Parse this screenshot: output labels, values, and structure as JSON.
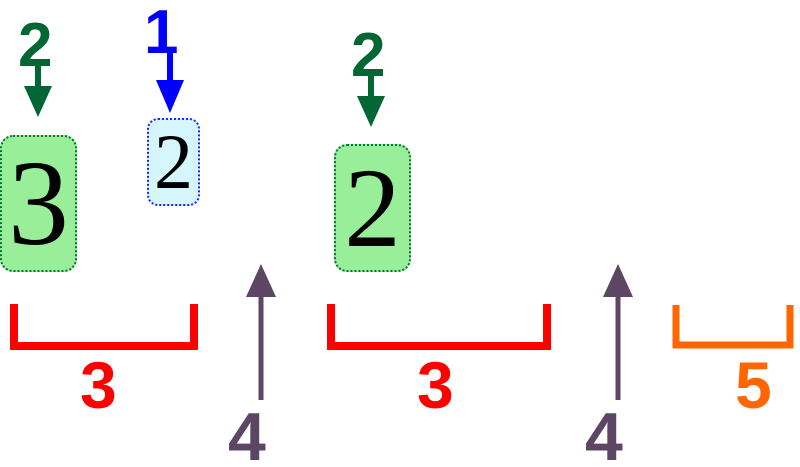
{
  "diagram": {
    "title": "sequence-annotation-diagram",
    "background_color": "#ffffff",
    "colors": {
      "green_box_fill": "#99ee99",
      "green_box_border": "#007733",
      "blue_box_fill": "#d5f6fd",
      "blue_box_border": "#2222ff",
      "step_green": "#006633",
      "step_blue": "#0000ff",
      "span_red": "#ff0000",
      "span_orange": "#ff6600",
      "arrow_purple": "#5d4663",
      "token_text": "#000000"
    }
  },
  "tokens": [
    {
      "value": "3",
      "style": "green"
    },
    {
      "value": "2",
      "style": "blue"
    },
    {
      "value": "2",
      "style": "green"
    }
  ],
  "step_labels": [
    {
      "value": "2",
      "color_key": "step_green",
      "arrow": "down"
    },
    {
      "value": "1",
      "color_key": "step_blue",
      "arrow": "down"
    },
    {
      "value": "2",
      "color_key": "step_green",
      "arrow": "down"
    }
  ],
  "span_labels": [
    {
      "value": "3",
      "color_key": "span_red",
      "bracket": "red"
    },
    {
      "value": "3",
      "color_key": "span_red",
      "bracket": "red"
    },
    {
      "value": "5",
      "color_key": "span_orange",
      "bracket": "orange"
    }
  ],
  "up_arrow_labels": [
    {
      "value": "4",
      "color_key": "arrow_purple",
      "arrow": "up"
    },
    {
      "value": "4",
      "color_key": "arrow_purple",
      "arrow": "up"
    }
  ]
}
